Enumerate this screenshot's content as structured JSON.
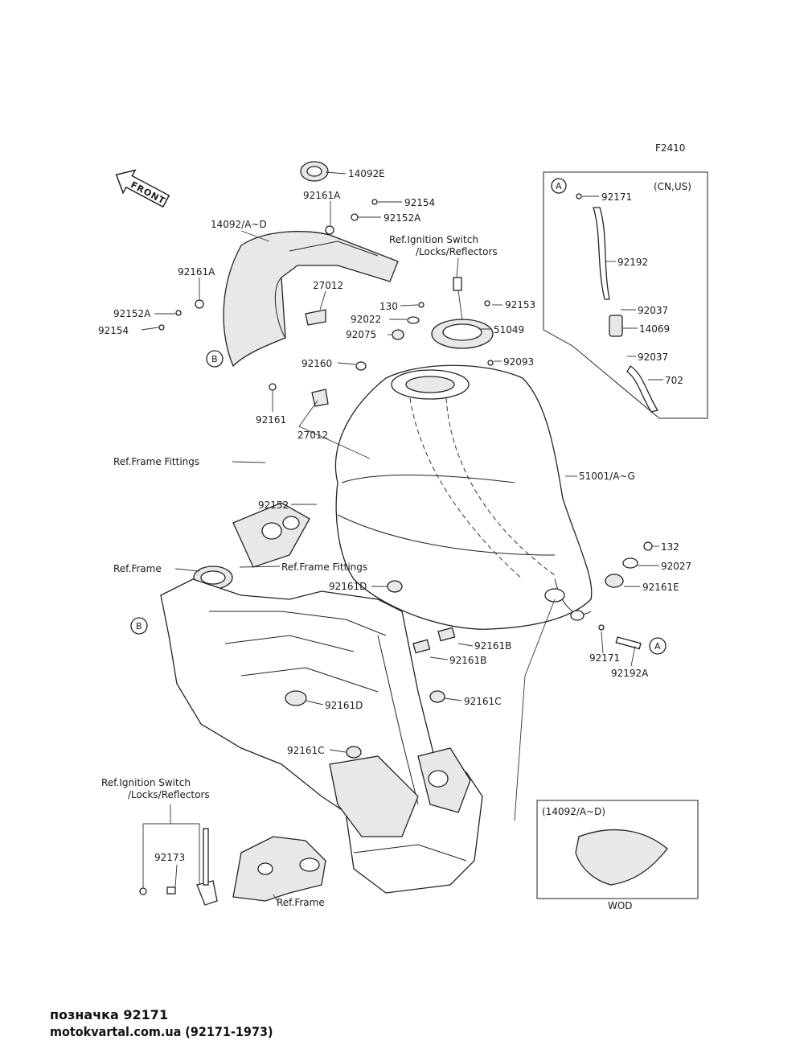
{
  "diagram": {
    "code": "F2410",
    "front_arrow_label": "FRONT",
    "region_note": "(CN,US)",
    "inset_title": "(14092/A~D)",
    "inset_caption": "WOD",
    "circle_a": "A",
    "circle_b": "B",
    "labels": {
      "p14092E": "14092E",
      "p92161A_top": "92161A",
      "p92154_top": "92154",
      "p92152A_top": "92152A",
      "p14092AD": "14092/A~D",
      "p92161A_left": "92161A",
      "p92152A_left": "92152A",
      "p92154_left": "92154",
      "p27012_top": "27012",
      "ref_ign_top1": "Ref.Ignition Switch",
      "ref_ign_top2": "/Locks/Reflectors",
      "p130": "130",
      "p92153": "92153",
      "p92022": "92022",
      "p92075": "92075",
      "p51049": "51049",
      "p92160": "92160",
      "p92093": "92093",
      "p92161": "92161",
      "p27012_mid": "27012",
      "ref_frame_fittings_top": "Ref.Frame Fittings",
      "p51001": "51001/A~G",
      "p92152": "92152",
      "p132": "132",
      "p92027": "92027",
      "ref_frame_left": "Ref.Frame",
      "ref_frame_fittings_mid": "Ref.Frame Fittings",
      "p92161D_top": "92161D",
      "p92161E": "92161E",
      "p92161B_1": "92161B",
      "p92161B_2": "92161B",
      "p92171_low": "92171",
      "p92192A": "92192A",
      "p92161D_mid": "92161D",
      "p92161C_r": "92161C",
      "p92161C_l": "92161C",
      "ref_ign_bot1": "Ref.Ignition Switch",
      "ref_ign_bot2": "/Locks/Reflectors",
      "p92173": "92173",
      "ref_frame_bottom": "Ref.Frame",
      "p92171_top": "92171",
      "p92192": "92192",
      "p92037_1": "92037",
      "p14069": "14069",
      "p92037_2": "92037",
      "p702": "702"
    }
  },
  "footer": {
    "line1": "позначка 92171",
    "line2": "motokvartal.com.ua (92171-1973)"
  }
}
